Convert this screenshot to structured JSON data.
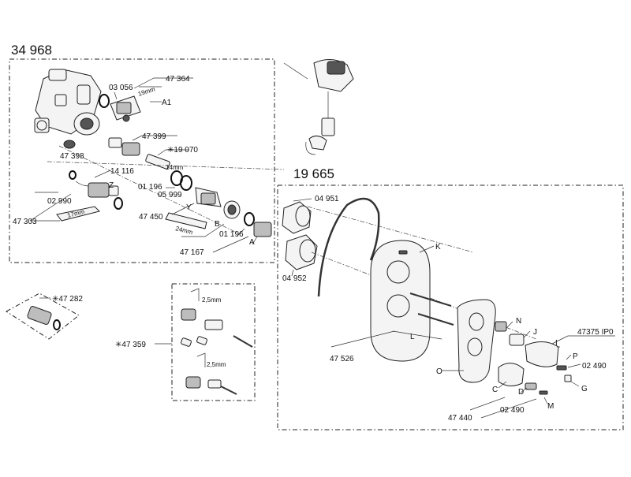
{
  "kits": {
    "main_body": "34 968",
    "trim": "19 665"
  },
  "labels": {
    "p47364": "47 364",
    "p03056": "03 056",
    "A1": "A1",
    "d19mm": "19mm",
    "p47399": "47 399",
    "p19070": "✳19 070",
    "d14mm": "14mm",
    "p47398": "47 398",
    "p14116": "14 116",
    "Z": "Z",
    "p01196a": "01 196",
    "p05999": "05 999",
    "p02990": "02 990",
    "d17mm": "17mm",
    "Y": "Y",
    "p47303": "47 303",
    "p47450": "47 450",
    "d24mm": "24mm",
    "B": "B",
    "p01196b": "01 196",
    "A": "A",
    "p47167": "47 167",
    "p47282": "✳47 282",
    "p47359": "✳47 359",
    "d25a": "2,5mm",
    "d25b": "2,5mm",
    "p04951": "04 951",
    "p04952": "04 952",
    "K": "K",
    "N": "N",
    "J": "J",
    "p47375": "47375 IP0",
    "I": "I",
    "P": "P",
    "p02490a": "02 490",
    "G": "G",
    "L": "L",
    "p47526": "47 526",
    "O": "O",
    "C": "C",
    "D": "D",
    "p47440": "47 440",
    "p02490b": "02 490",
    "M": "M"
  }
}
